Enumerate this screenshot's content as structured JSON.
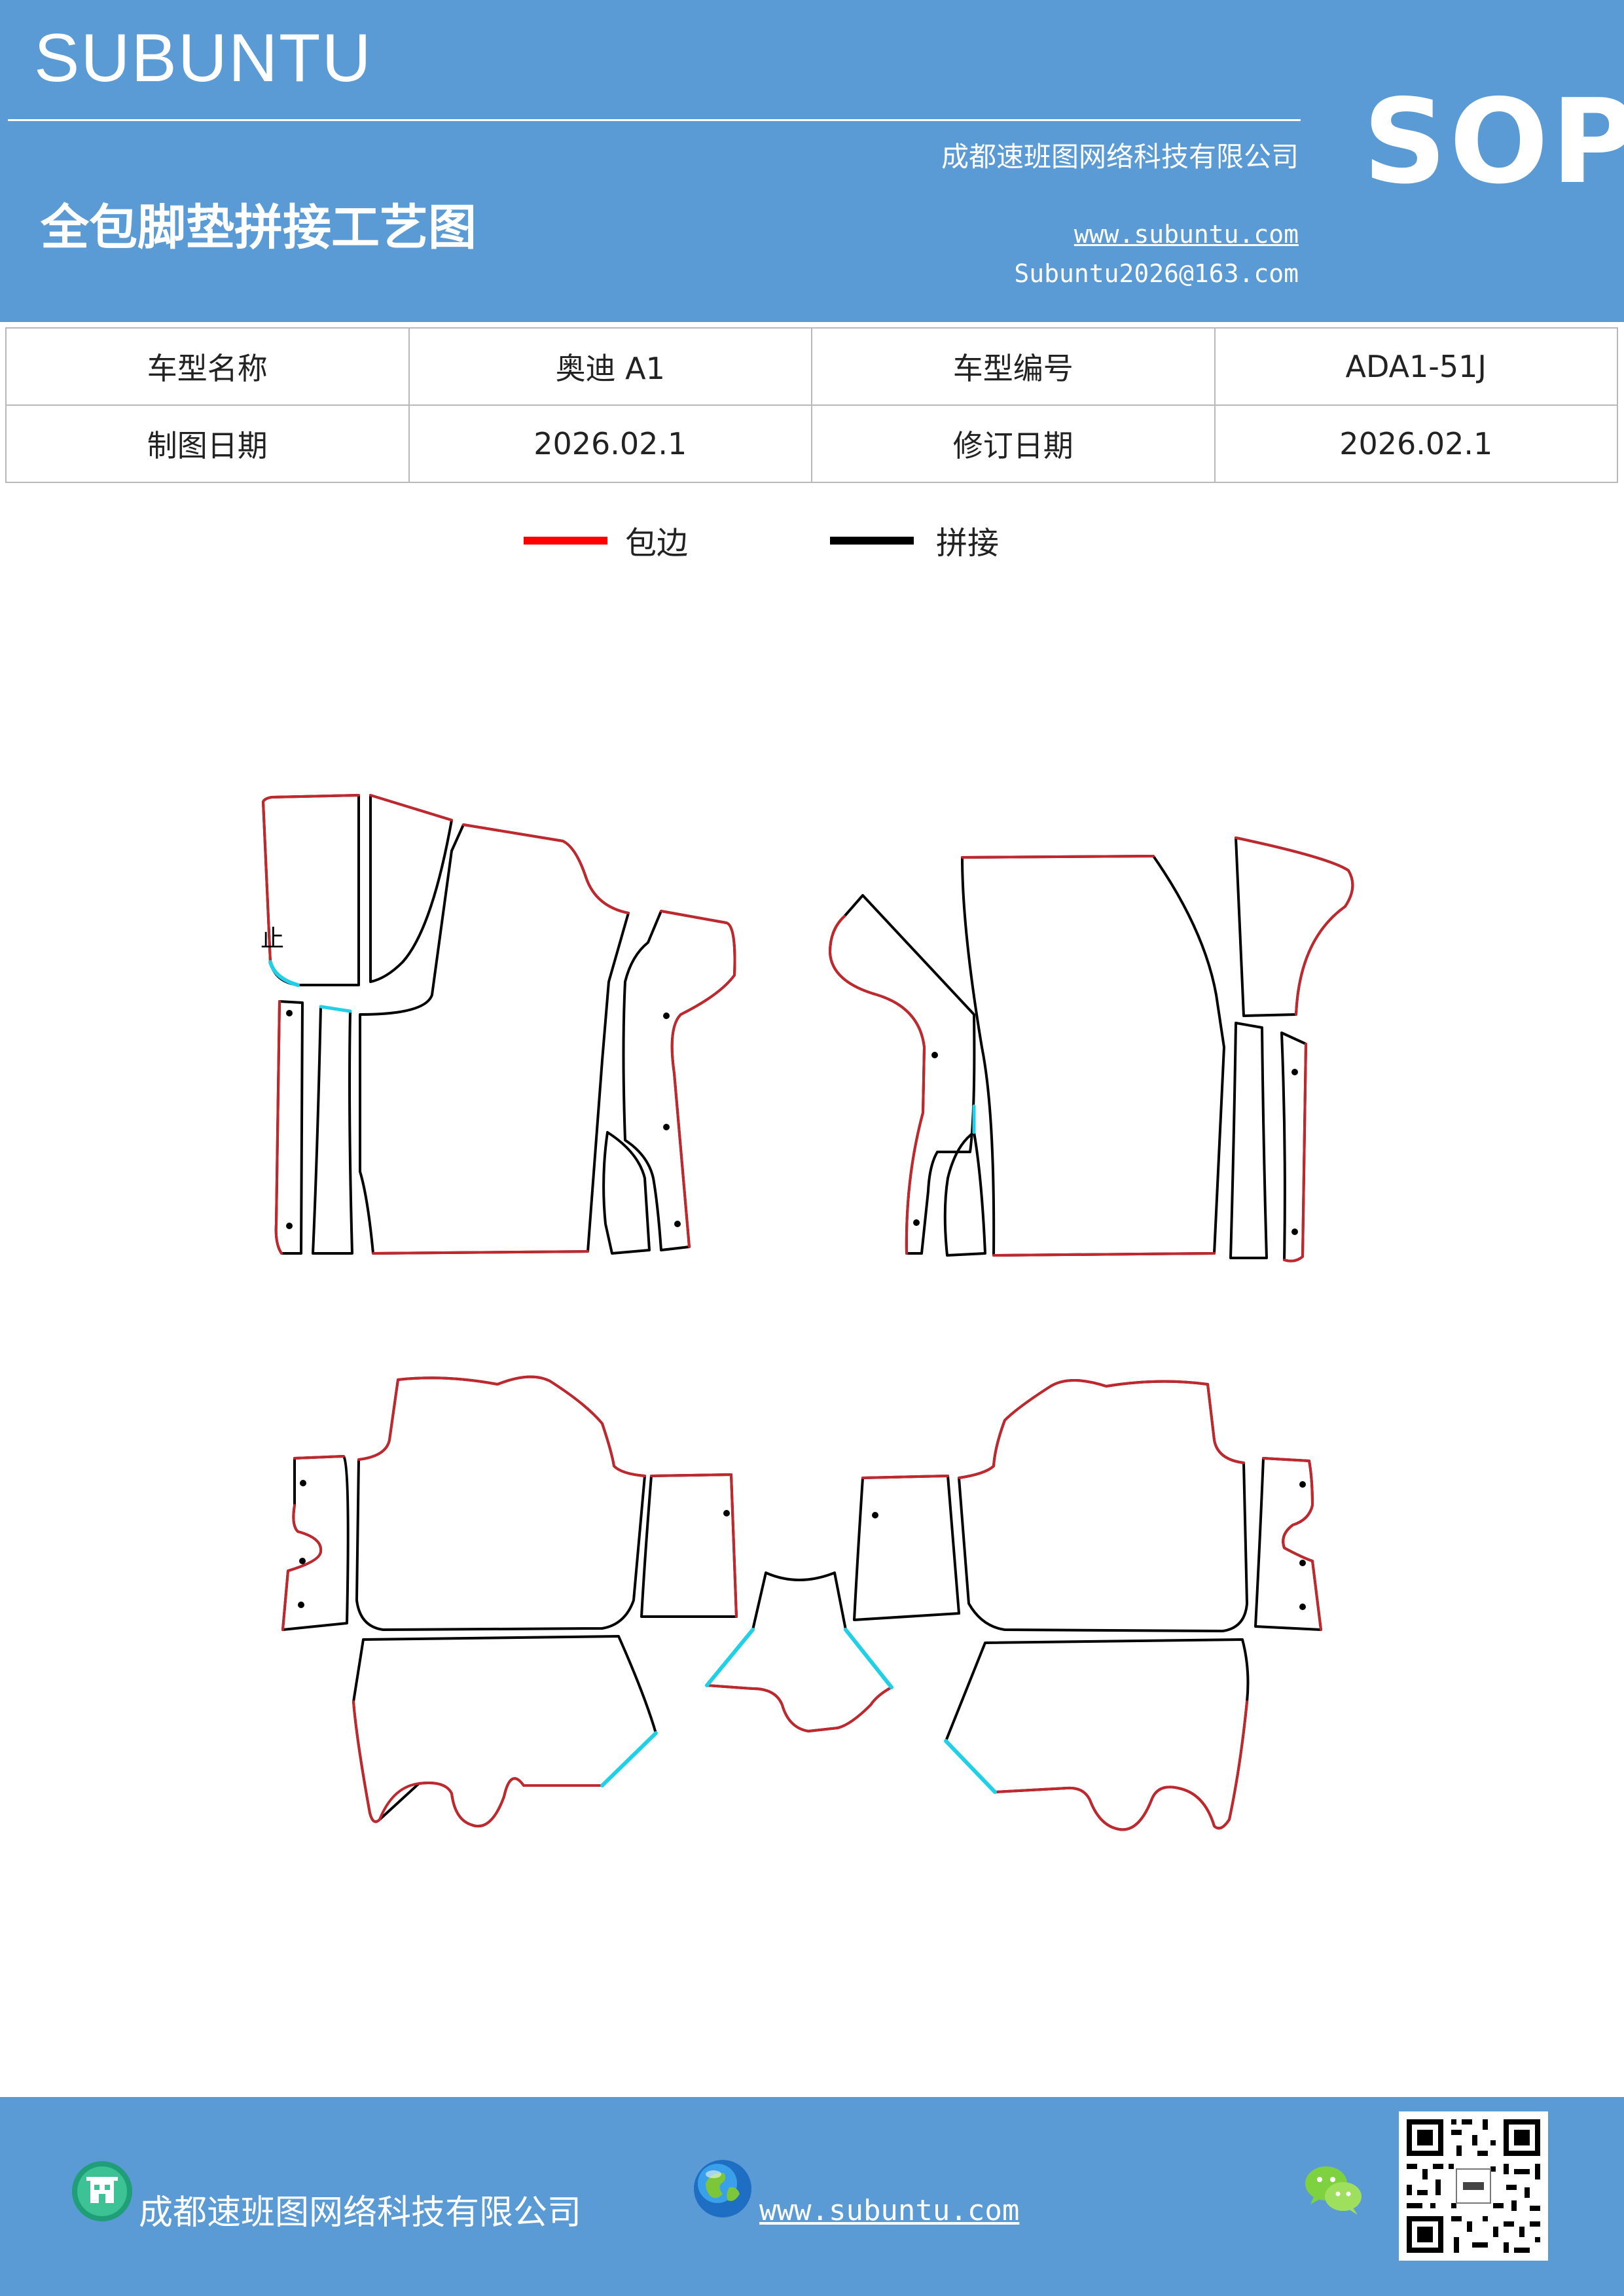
{
  "header": {
    "brand": "SUBUNTU",
    "title": "全包脚垫拼接工艺图",
    "company": "成都速班图网络科技有限公司",
    "website": "www.subuntu.com",
    "email": "Subuntu2026@163.com",
    "sop_label": "SOP"
  },
  "info_table": {
    "rows": [
      {
        "label1": "车型名称",
        "value1": "奥迪 A1",
        "label2": "车型编号",
        "value2": "ADA1-51J"
      },
      {
        "label1": "制图日期",
        "value1": "2026.02.1",
        "label2": "修订日期",
        "value2": "2026.02.1"
      }
    ]
  },
  "legend": {
    "items": [
      {
        "label": "包边",
        "color": "#ff0000"
      },
      {
        "label": "拼接",
        "color": "#000000"
      }
    ]
  },
  "drawing": {
    "annotation": "止",
    "colors": {
      "edge": "#c0282d",
      "join": "#000000",
      "highlight": "#21d0e6"
    }
  },
  "footer": {
    "company": "成都速班图网络科技有限公司",
    "website": "www.subuntu.com",
    "icons": [
      "building-icon",
      "globe-icon",
      "wechat-icon",
      "qr-code"
    ]
  },
  "colors": {
    "brand_blue": "#5b9bd5"
  }
}
